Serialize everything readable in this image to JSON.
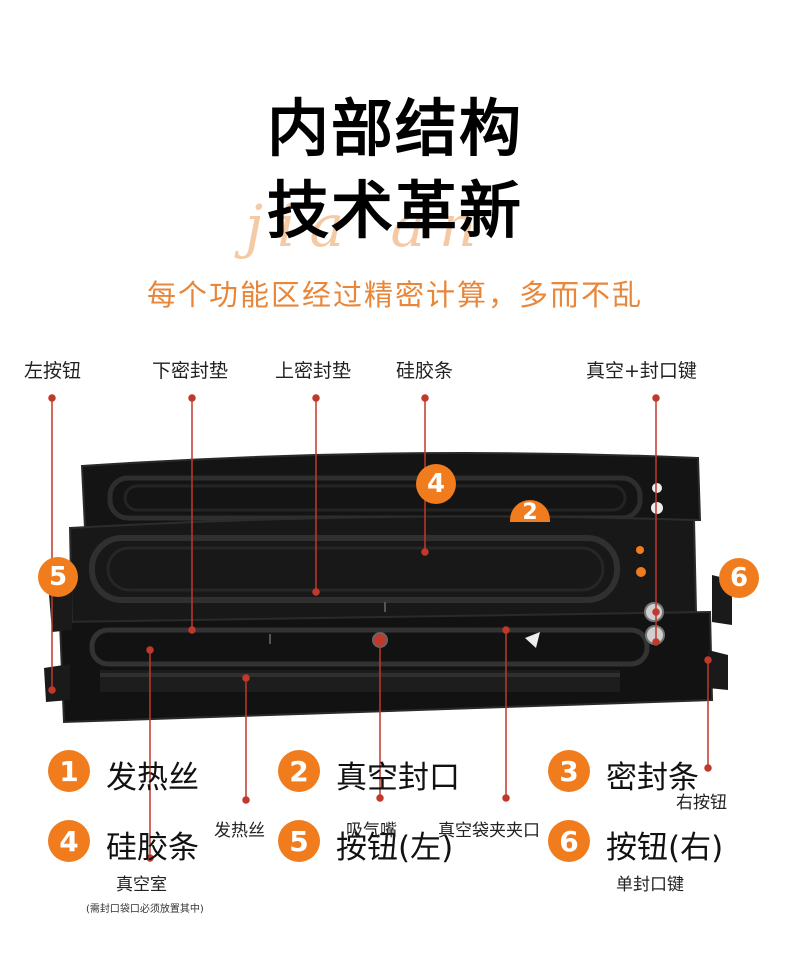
{
  "header": {
    "title_line1": "内部结构",
    "title_line2": "技术革新",
    "script_text": "jia an",
    "subtitle": "每个功能区经过精密计算，多而不乱"
  },
  "callouts": {
    "left_button": "左按钮",
    "lower_gasket": "下密封垫",
    "upper_gasket": "上密封垫",
    "silicone_strip": "硅胶条",
    "vacuum_seal_key": "真空+封口键",
    "heating_wire": "发热丝",
    "vacuum_chamber": "真空室",
    "vacuum_chamber_note": "(需封口袋口必须放置其中)",
    "air_nozzle": "吸气嘴",
    "bag_clip": "真空袋夹夹口",
    "right_button": "右按钮",
    "single_seal_key": "单封口键"
  },
  "legend": [
    {
      "num": "1",
      "label": "发热丝"
    },
    {
      "num": "2",
      "label": "真空封口"
    },
    {
      "num": "3",
      "label": "密封条"
    },
    {
      "num": "4",
      "label": "硅胶条"
    },
    {
      "num": "5",
      "label": "按钮(左)"
    },
    {
      "num": "6",
      "label": "按钮(右)"
    }
  ],
  "image_badges": {
    "b4": "4",
    "b2": "2",
    "b5": "5",
    "b6": "6"
  },
  "colors": {
    "accent_orange": "#f07c1e",
    "subtitle_orange": "#e8863a",
    "leader_red": "#c0392b",
    "device_black": "#151515"
  }
}
